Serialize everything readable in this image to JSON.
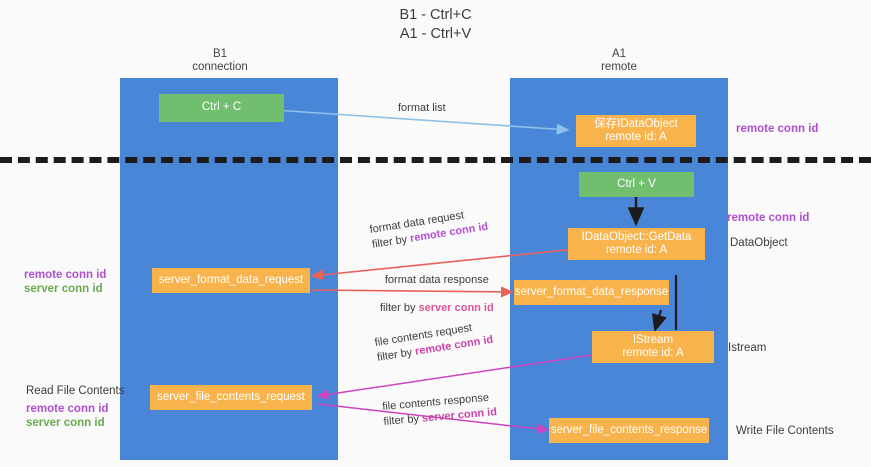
{
  "title": {
    "line1": "B1 - Ctrl+C",
    "line2": "A1 - Ctrl+V"
  },
  "columns": [
    {
      "id": "b1",
      "name": "B1",
      "role": "connection"
    },
    {
      "id": "a1",
      "name": "A1",
      "role": "remote"
    }
  ],
  "boxes": {
    "ctrl_c": {
      "label": "Ctrl + C",
      "sub": "",
      "color": "#71bf6e"
    },
    "ctrl_v": {
      "label": "Ctrl + V",
      "sub": "",
      "color": "#71bf6e"
    },
    "save_idataobject": {
      "label": "保存IDataObject",
      "sub": "remote id: A",
      "color": "#f9b34d"
    },
    "idataobject_getdata": {
      "label": "IDataObject::GetData",
      "sub": "remote id: A",
      "color": "#f9b34d"
    },
    "server_format_data_request": {
      "label": "server_format_data_request",
      "sub": "",
      "color": "#f9b34d"
    },
    "server_format_data_response": {
      "label": "server_format_data_response",
      "sub": "",
      "color": "#f9b34d"
    },
    "istream": {
      "label": "IStream",
      "sub": "remote id: A",
      "color": "#f9b34d"
    },
    "server_file_contents_request": {
      "label": "server_file_contents_request",
      "sub": "",
      "color": "#f9b34d"
    },
    "server_file_contents_response": {
      "label": "server_file_contents_response",
      "sub": "",
      "color": "#f9b34d"
    }
  },
  "edge_labels": {
    "format_list": "format list",
    "format_data_request": "format data request",
    "format_data_request_filter_prefix": "filter by ",
    "format_data_request_filter_key": "remote conn id",
    "format_data_response": "format data response",
    "format_data_response_filter_prefix": "filter by ",
    "format_data_response_filter_key": "server conn id",
    "file_contents_request": "file contents request",
    "file_contents_request_filter_prefix": "filter by ",
    "file_contents_request_filter_key": "remote conn id",
    "file_contents_response": "file contents response",
    "file_contents_response_filter_prefix": "filter by ",
    "file_contents_response_filter_key": "server conn id"
  },
  "annotations": {
    "right_remote_conn_id_top": "remote conn id",
    "right_remote_conn_id_mid": "remote conn id",
    "right_dataobject": "DataObject",
    "right_istream": "Istream",
    "right_write_file_contents": "Write File Contents",
    "left_read_file_contents": "Read File Contents",
    "left_remote_conn_id_mid": "remote conn id",
    "left_server_conn_id_mid": "server conn id",
    "left_remote_conn_id_bottom": "remote conn id",
    "left_server_conn_id_bottom": "server conn id"
  },
  "colors": {
    "column_blue": "#4a86d8",
    "box_green": "#71bf6e",
    "box_orange": "#f9b34d",
    "accent_purple": "#b04fcf",
    "accent_green": "#6aa84f",
    "arrow_lightblue": "#8ec2e8",
    "arrow_red": "#e8625a",
    "arrow_black": "#1c1c1c",
    "arrow_pink": "#e0559b",
    "arrow_magenta": "#cc44c0",
    "background": "#fafafa"
  }
}
